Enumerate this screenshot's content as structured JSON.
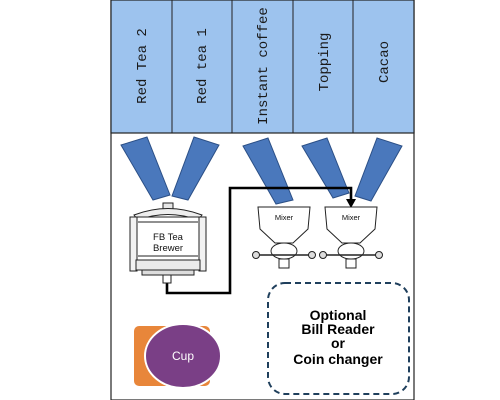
{
  "canisters": [
    {
      "label": "Red Tea 2"
    },
    {
      "label": "Red tea 1"
    },
    {
      "label": "Instant coffee"
    },
    {
      "label": "Topping"
    },
    {
      "label": "Cacao"
    }
  ],
  "brewer": {
    "line1": "FB Tea",
    "line2": "Brewer"
  },
  "mixers": [
    {
      "label": "Mixer"
    },
    {
      "label": "Mixer"
    }
  ],
  "cup": {
    "label": "Cup"
  },
  "optional_box": {
    "line1": "Optional",
    "line2": "Bill Reader",
    "line3": "or",
    "line4": "Coin changer"
  },
  "colors": {
    "canister_fill": "#9dc3ee",
    "chute_fill": "#4a78bc",
    "chute_stroke": "#2b4f86",
    "cup_outer": "#e8863a",
    "cup_inner": "#7a3f86",
    "box_stroke": "#1f3f5c"
  }
}
